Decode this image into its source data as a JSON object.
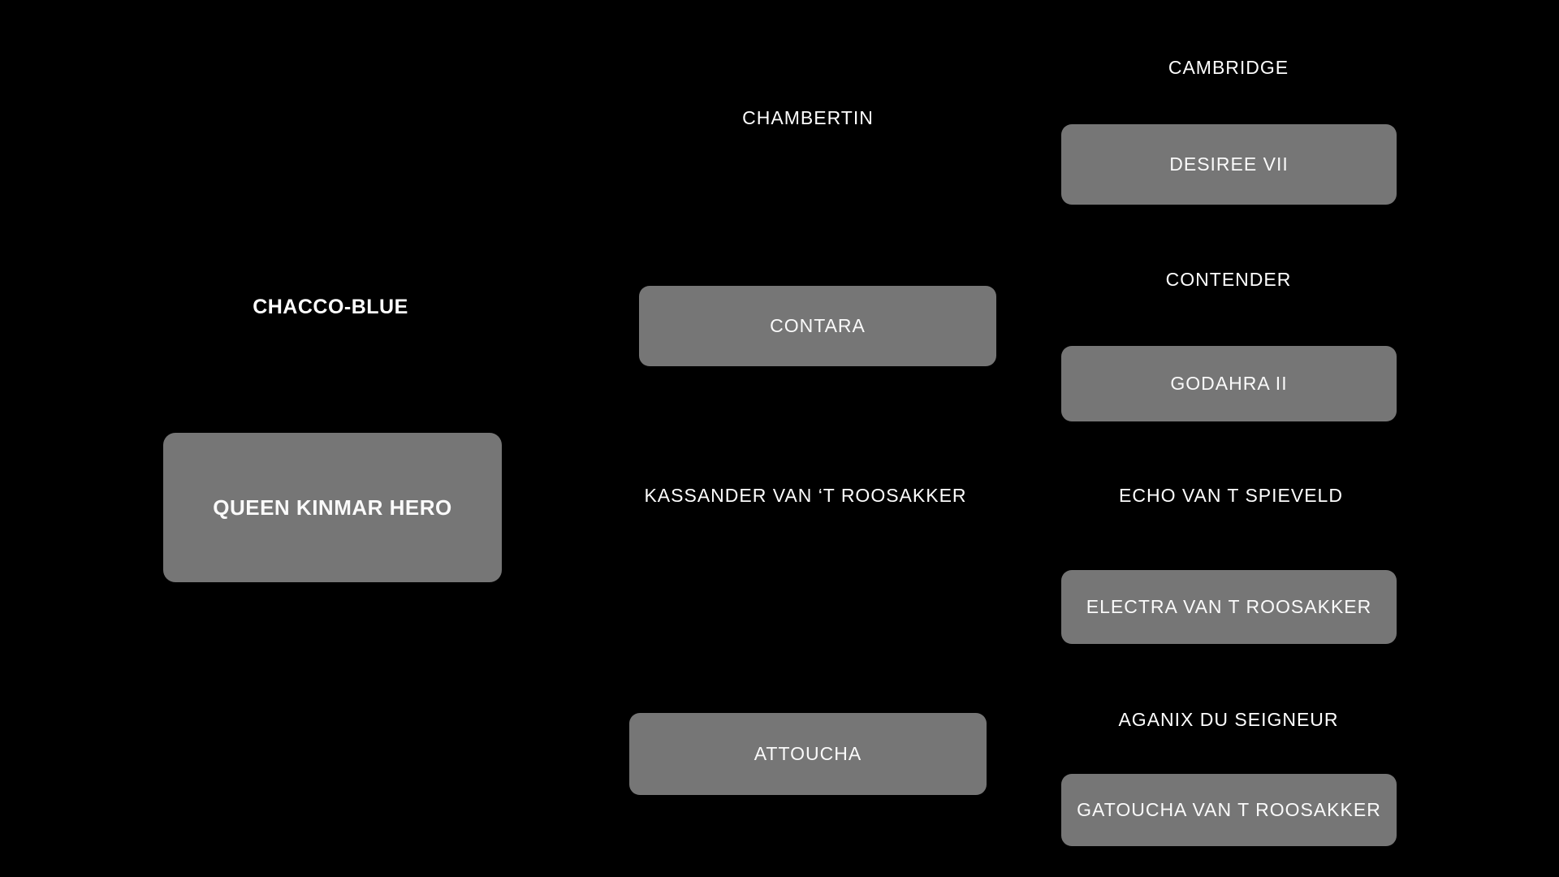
{
  "canvas": {
    "background_color": "#000000",
    "box_fill_color": "#767676",
    "label_text_color": "#ffffff",
    "box_text_color": "#fafafa"
  },
  "pedigree": {
    "columns": [
      {
        "generation": 1,
        "items": [
          {
            "name": "CHACCO-BLUE",
            "display": "label"
          },
          {
            "name": "QUEEN KINMAR HERO",
            "display": "box"
          }
        ]
      },
      {
        "generation": 2,
        "items": [
          {
            "name": "CHAMBERTIN",
            "display": "label"
          },
          {
            "name": "CONTARA",
            "display": "box"
          },
          {
            "name": "KASSANDER VAN ‘T ROOSAKKER",
            "display": "label"
          },
          {
            "name": "ATTOUCHA",
            "display": "box"
          }
        ]
      },
      {
        "generation": 3,
        "items": [
          {
            "name": "CAMBRIDGE",
            "display": "label"
          },
          {
            "name": "DESIREE VII",
            "display": "box"
          },
          {
            "name": "CONTENDER",
            "display": "label"
          },
          {
            "name": "GODAHRA II",
            "display": "box"
          },
          {
            "name": "ECHO VAN T SPIEVELD",
            "display": "label"
          },
          {
            "name": "ELECTRA VAN T ROOSAKKER",
            "display": "box"
          },
          {
            "name": "AGANIX DU SEIGNEUR",
            "display": "label"
          },
          {
            "name": "GATOUCHA VAN T ROOSAKKER",
            "display": "box"
          }
        ]
      }
    ]
  }
}
